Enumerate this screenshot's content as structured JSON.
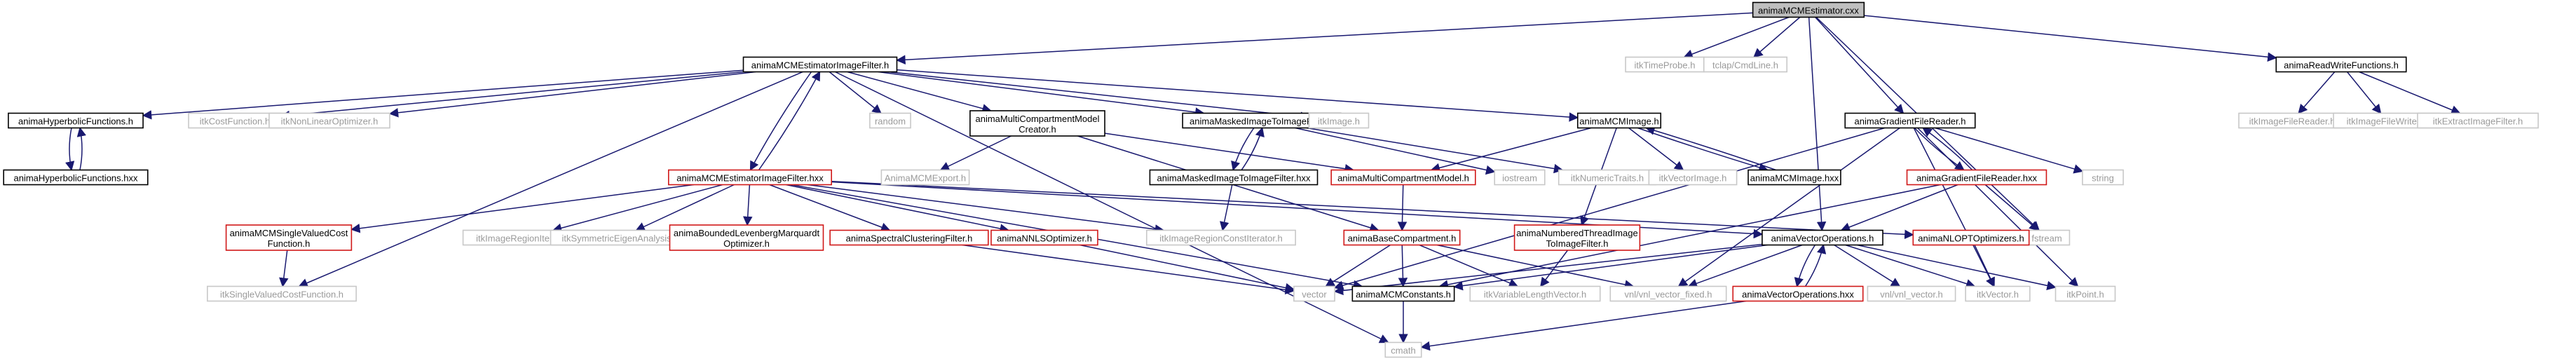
{
  "graph": {
    "colors": {
      "edge": "#191970",
      "main_fill": "#bfbfbf",
      "red_border": "#d01818",
      "ext_text": "#9a9a9a"
    },
    "nodes": [
      {
        "id": "root",
        "label": "animaMCMEstimator.cxx",
        "kind": "main"
      },
      {
        "id": "filter_h",
        "label": "animaMCMEstimatorImageFilter.h",
        "kind": "doc"
      },
      {
        "id": "timeprobe",
        "label": "itkTimeProbe.h",
        "kind": "ext"
      },
      {
        "id": "tclap",
        "label": "tclap/CmdLine.h",
        "kind": "ext"
      },
      {
        "id": "readwrite",
        "label": "animaReadWriteFunctions.h",
        "kind": "doc"
      },
      {
        "id": "hyp_h",
        "label": "animaHyperbolicFunctions.h",
        "kind": "doc"
      },
      {
        "id": "hyp_hxx",
        "label": "animaHyperbolicFunctions.hxx",
        "kind": "doc"
      },
      {
        "id": "costfn",
        "label": "itkCostFunction.h",
        "kind": "ext"
      },
      {
        "id": "nonlinopt",
        "label": "itkNonLinearOptimizer.h",
        "kind": "ext"
      },
      {
        "id": "random",
        "label": "random",
        "kind": "ext"
      },
      {
        "id": "mcm_creator",
        "label": "animaMultiCompartmentModel\nCreator.h",
        "kind": "doc"
      },
      {
        "id": "masked_h",
        "label": "animaMaskedImageToImageFilter.h",
        "kind": "doc"
      },
      {
        "id": "itkimage",
        "label": "itkImage.h",
        "kind": "ext"
      },
      {
        "id": "mcmimage_h",
        "label": "animaMCMImage.h",
        "kind": "doc"
      },
      {
        "id": "gradreader_h",
        "label": "animaGradientFileReader.h",
        "kind": "doc"
      },
      {
        "id": "filereader",
        "label": "itkImageFileReader.h",
        "kind": "ext"
      },
      {
        "id": "filewriter",
        "label": "itkImageFileWriter.h",
        "kind": "ext"
      },
      {
        "id": "extractfilter",
        "label": "itkExtractImageFilter.h",
        "kind": "ext"
      },
      {
        "id": "filter_hxx",
        "label": "animaMCMEstimatorImageFilter.hxx",
        "kind": "red"
      },
      {
        "id": "mcmexport",
        "label": "AnimaMCMExport.h",
        "kind": "ext"
      },
      {
        "id": "masked_hxx",
        "label": "animaMaskedImageToImageFilter.hxx",
        "kind": "doc"
      },
      {
        "id": "mcm_model",
        "label": "animaMultiCompartmentModel.h",
        "kind": "red"
      },
      {
        "id": "iostream",
        "label": "iostream",
        "kind": "ext"
      },
      {
        "id": "numtraits",
        "label": "itkNumericTraits.h",
        "kind": "ext"
      },
      {
        "id": "vecimage",
        "label": "itkVectorImage.h",
        "kind": "ext"
      },
      {
        "id": "mcmimage_hxx",
        "label": "animaMCMImage.hxx",
        "kind": "doc"
      },
      {
        "id": "gradreader_hxx",
        "label": "animaGradientFileReader.hxx",
        "kind": "red"
      },
      {
        "id": "string",
        "label": "string",
        "kind": "ext"
      },
      {
        "id": "fstream",
        "label": "fstream",
        "kind": "ext"
      },
      {
        "id": "singlecost_anima",
        "label": "animaMCMSingleValuedCost\nFunction.h",
        "kind": "red"
      },
      {
        "id": "regioniter",
        "label": "itkImageRegionIterator.h",
        "kind": "ext"
      },
      {
        "id": "symeigen",
        "label": "itkSymmetricEigenAnalysis.h",
        "kind": "ext"
      },
      {
        "id": "bounded_lm",
        "label": "animaBoundedLevenbergMarquardt\nOptimizer.h",
        "kind": "red"
      },
      {
        "id": "spectral",
        "label": "animaSpectralClusteringFilter.h",
        "kind": "red"
      },
      {
        "id": "nnls",
        "label": "animaNNLSOptimizer.h",
        "kind": "red"
      },
      {
        "id": "regionconstiter",
        "label": "itkImageRegionConstIterator.h",
        "kind": "ext"
      },
      {
        "id": "basecomp",
        "label": "animaBaseCompartment.h",
        "kind": "red"
      },
      {
        "id": "numthread",
        "label": "animaNumberedThreadImage\nToImageFilter.h",
        "kind": "red"
      },
      {
        "id": "vecops_h",
        "label": "animaVectorOperations.h",
        "kind": "doc"
      },
      {
        "id": "nlopt",
        "label": "animaNLOPTOptimizers.h",
        "kind": "red"
      },
      {
        "id": "singlecost_itk",
        "label": "itkSingleValuedCostFunction.h",
        "kind": "ext"
      },
      {
        "id": "vector",
        "label": "vector",
        "kind": "ext"
      },
      {
        "id": "mcmconst",
        "label": "animaMCMConstants.h",
        "kind": "doc"
      },
      {
        "id": "varlenvec",
        "label": "itkVariableLengthVector.h",
        "kind": "ext"
      },
      {
        "id": "vnl_fixed",
        "label": "vnl/vnl_vector_fixed.h",
        "kind": "ext"
      },
      {
        "id": "vecops_hxx",
        "label": "animaVectorOperations.hxx",
        "kind": "red"
      },
      {
        "id": "vnl_vector",
        "label": "vnl/vnl_vector.h",
        "kind": "ext"
      },
      {
        "id": "itkvector",
        "label": "itkVector.h",
        "kind": "ext"
      },
      {
        "id": "itkpoint",
        "label": "itkPoint.h",
        "kind": "ext"
      },
      {
        "id": "cmath",
        "label": "cmath",
        "kind": "ext"
      }
    ],
    "edges": [
      [
        "root",
        "filter_h"
      ],
      [
        "root",
        "timeprobe"
      ],
      [
        "root",
        "tclap"
      ],
      [
        "root",
        "readwrite"
      ],
      [
        "root",
        "gradreader_h"
      ],
      [
        "root",
        "vecops_h"
      ],
      [
        "root",
        "fstream"
      ],
      [
        "filter_h",
        "hyp_h"
      ],
      [
        "filter_h",
        "costfn"
      ],
      [
        "filter_h",
        "nonlinopt"
      ],
      [
        "filter_h",
        "random"
      ],
      [
        "filter_h",
        "mcm_creator"
      ],
      [
        "filter_h",
        "masked_h"
      ],
      [
        "filter_h",
        "itkimage"
      ],
      [
        "filter_h",
        "mcmimage_h"
      ],
      [
        "filter_h",
        "filter_hxx"
      ],
      [
        "filter_h",
        "singlecost_itk"
      ],
      [
        "filter_h",
        "cmath"
      ],
      [
        "hyp_h",
        "hyp_hxx"
      ],
      [
        "hyp_hxx",
        "hyp_h"
      ],
      [
        "filter_hxx",
        "filter_h"
      ],
      [
        "filter_hxx",
        "singlecost_anima"
      ],
      [
        "filter_hxx",
        "regioniter"
      ],
      [
        "filter_hxx",
        "symeigen"
      ],
      [
        "filter_hxx",
        "bounded_lm"
      ],
      [
        "filter_hxx",
        "spectral"
      ],
      [
        "filter_hxx",
        "nnls"
      ],
      [
        "filter_hxx",
        "regionconstiter"
      ],
      [
        "filter_hxx",
        "vecops_h"
      ],
      [
        "filter_hxx",
        "nlopt"
      ],
      [
        "filter_hxx",
        "mcmconst"
      ],
      [
        "mcm_creator",
        "mcmexport"
      ],
      [
        "mcm_creator",
        "mcm_model"
      ],
      [
        "mcm_creator",
        "basecomp"
      ],
      [
        "masked_h",
        "masked_hxx"
      ],
      [
        "masked_hxx",
        "masked_h"
      ],
      [
        "masked_h",
        "iostream"
      ],
      [
        "masked_h",
        "numtraits"
      ],
      [
        "masked_hxx",
        "regionconstiter"
      ],
      [
        "mcmimage_h",
        "vecimage"
      ],
      [
        "mcmimage_h",
        "mcmimage_hxx"
      ],
      [
        "mcmimage_hxx",
        "mcmimage_h"
      ],
      [
        "mcmimage_h",
        "mcm_model"
      ],
      [
        "mcmimage_h",
        "numthread"
      ],
      [
        "mcm_model",
        "basecomp"
      ],
      [
        "readwrite",
        "filereader"
      ],
      [
        "readwrite",
        "filewriter"
      ],
      [
        "readwrite",
        "extractfilter"
      ],
      [
        "gradreader_h",
        "gradreader_hxx"
      ],
      [
        "gradreader_hxx",
        "gradreader_h"
      ],
      [
        "gradreader_h",
        "string"
      ],
      [
        "gradreader_h",
        "vector"
      ],
      [
        "gradreader_h",
        "vnl_fixed"
      ],
      [
        "gradreader_h",
        "itkvector"
      ],
      [
        "gradreader_h",
        "itkpoint"
      ],
      [
        "gradreader_hxx",
        "fstream"
      ],
      [
        "gradreader_hxx",
        "vecops_h"
      ],
      [
        "gradreader_hxx",
        "mcmconst"
      ],
      [
        "singlecost_anima",
        "singlecost_itk"
      ],
      [
        "spectral",
        "vector"
      ],
      [
        "nnls",
        "vector"
      ],
      [
        "basecomp",
        "vector"
      ],
      [
        "basecomp",
        "mcmconst"
      ],
      [
        "basecomp",
        "varlenvec"
      ],
      [
        "basecomp",
        "vnl_fixed"
      ],
      [
        "numthread",
        "varlenvec"
      ],
      [
        "vecops_h",
        "vector"
      ],
      [
        "vecops_h",
        "mcmconst"
      ],
      [
        "vecops_h",
        "vnl_fixed"
      ],
      [
        "vecops_h",
        "vecops_hxx"
      ],
      [
        "vecops_hxx",
        "vecops_h"
      ],
      [
        "vecops_h",
        "vnl_vector"
      ],
      [
        "vecops_h",
        "itkvector"
      ],
      [
        "vecops_h",
        "itkpoint"
      ],
      [
        "nlopt",
        "itkvector"
      ],
      [
        "mcmconst",
        "cmath"
      ],
      [
        "vecops_hxx",
        "cmath"
      ]
    ]
  }
}
